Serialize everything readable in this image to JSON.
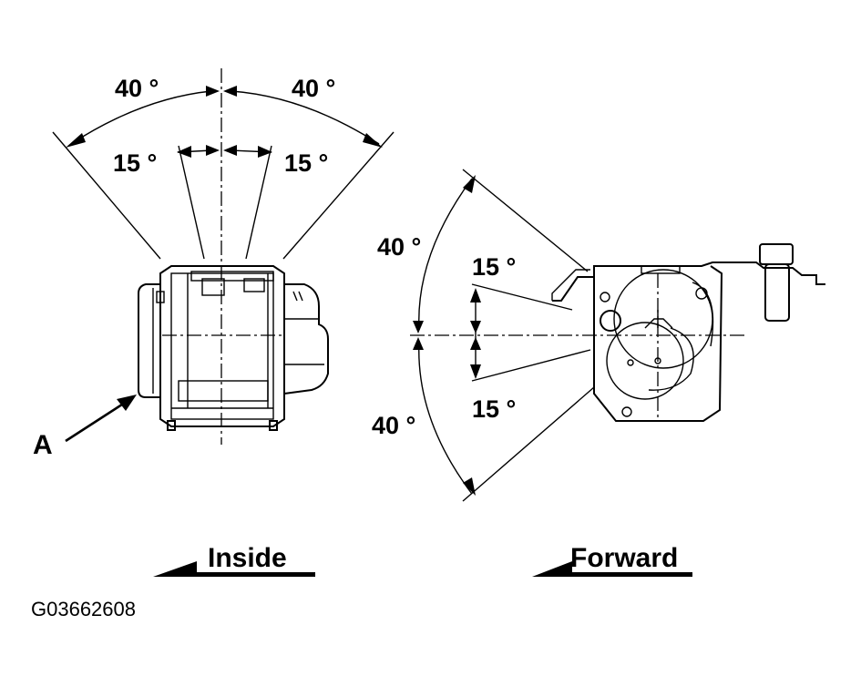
{
  "figure_id": "G03662608",
  "left_view": {
    "angle_outer_left": "40 °",
    "angle_outer_right": "40 °",
    "angle_inner_left": "15 °",
    "angle_inner_right": "15 °",
    "callout": "A",
    "direction_label": "Inside"
  },
  "right_view": {
    "angle_outer_top": "40 °",
    "angle_outer_bottom": "40 °",
    "angle_inner_top": "15 °",
    "angle_inner_bottom": "15 °",
    "direction_label": "Forward"
  }
}
